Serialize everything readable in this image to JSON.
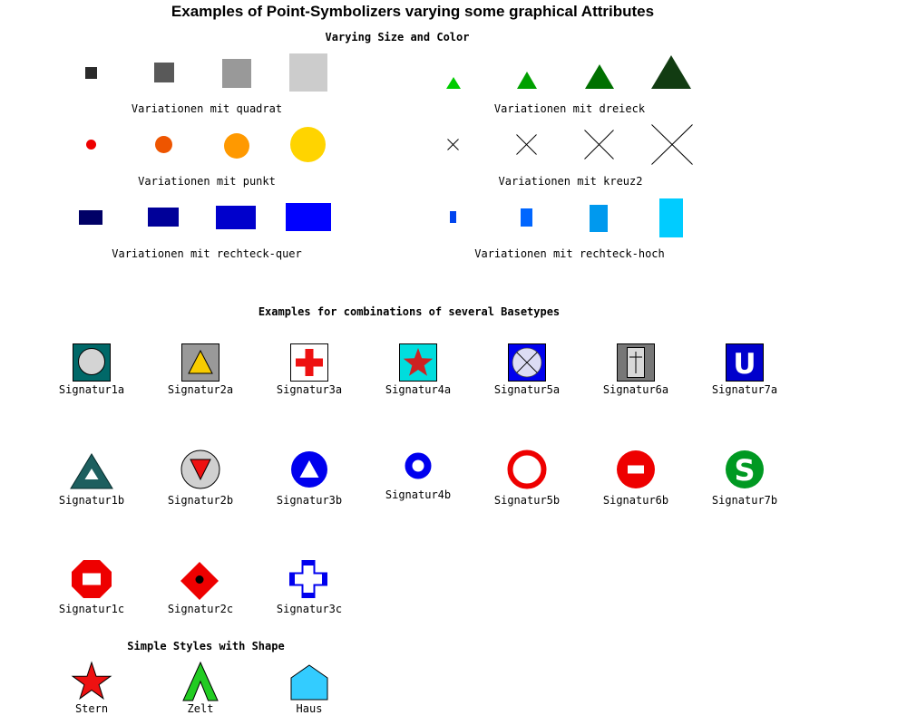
{
  "title": "Examples of Point-Symbolizers varying some graphical Attributes",
  "varying": {
    "heading": "Varying Size and Color",
    "groups": {
      "quadrat": {
        "label": "Variationen mit quadrat",
        "colors": [
          "#2b2b2b",
          "#595959",
          "#999999",
          "#cccccc"
        ]
      },
      "dreieck": {
        "label": "Variationen mit dreieck",
        "colors": [
          "#00cc00",
          "#00a000",
          "#007000",
          "#123c12"
        ]
      },
      "punkt": {
        "label": "Variationen mit punkt",
        "colors": [
          "#ee0000",
          "#ee5500",
          "#ff9900",
          "#ffd400"
        ]
      },
      "kreuz2": {
        "label": "Variationen mit kreuz2",
        "stroke": "#000000"
      },
      "rechteck_quer": {
        "label": "Variationen mit rechteck-quer",
        "colors": [
          "#000066",
          "#000099",
          "#0000cc",
          "#0000ff"
        ]
      },
      "rechteck_hoch": {
        "label": "Variationen mit rechteck-hoch",
        "colors": [
          "#0044ee",
          "#0066ff",
          "#0099ee",
          "#00ccff"
        ]
      }
    }
  },
  "combinations": {
    "heading": "Examples for combinations of several Basetypes",
    "sig1a": {
      "label": "Signatur1a",
      "box": "#006868",
      "inner": "#d4d4d4"
    },
    "sig2a": {
      "label": "Signatur2a",
      "box": "#999999",
      "inner": "#f8cc00"
    },
    "sig3a": {
      "label": "Signatur3a",
      "box": "#ffffff",
      "inner": "#ee1111"
    },
    "sig4a": {
      "label": "Signatur4a",
      "box": "#00dddd",
      "inner": "#cc2222"
    },
    "sig5a": {
      "label": "Signatur5a",
      "box": "#0000ee",
      "inner": "#dcdcf4"
    },
    "sig6a": {
      "label": "Signatur6a",
      "box": "#777777",
      "inner": "#d8d8d8"
    },
    "sig7a": {
      "label": "Signatur7a",
      "box": "#0000cc",
      "glyph": "U",
      "glyph_color": "#ffffff"
    },
    "sig1b": {
      "label": "Signatur1b",
      "fill": "#1d5f5f",
      "inner": "#ffffff"
    },
    "sig2b": {
      "label": "Signatur2b",
      "fill": "#d0d0d0",
      "inner": "#ee1111"
    },
    "sig3b": {
      "label": "Signatur3b",
      "fill": "#0000ee",
      "inner": "#ffffff"
    },
    "sig4b": {
      "label": "Signatur4b",
      "ring": "#0000ee"
    },
    "sig5b": {
      "label": "Signatur5b",
      "ring": "#ee0000"
    },
    "sig6b": {
      "label": "Signatur6b",
      "fill": "#ee0000",
      "inner": "#ffffff"
    },
    "sig7b": {
      "label": "Signatur7b",
      "fill": "#009922",
      "glyph": "S",
      "glyph_color": "#ffffff"
    },
    "sig1c": {
      "label": "Signatur1c",
      "fill": "#ee0000",
      "inner": "#ffffff"
    },
    "sig2c": {
      "label": "Signatur2c",
      "fill": "#ee0000",
      "inner": "#000000"
    },
    "sig3c": {
      "label": "Signatur3c",
      "stroke": "#0000ee",
      "fill": "#ffffff"
    }
  },
  "simple": {
    "heading": "Simple Styles with Shape",
    "stern": {
      "label": "Stern",
      "fill": "#ee1111"
    },
    "zelt": {
      "label": "Zelt",
      "fill": "#22cc22"
    },
    "haus": {
      "label": "Haus",
      "fill": "#33ccff"
    }
  }
}
